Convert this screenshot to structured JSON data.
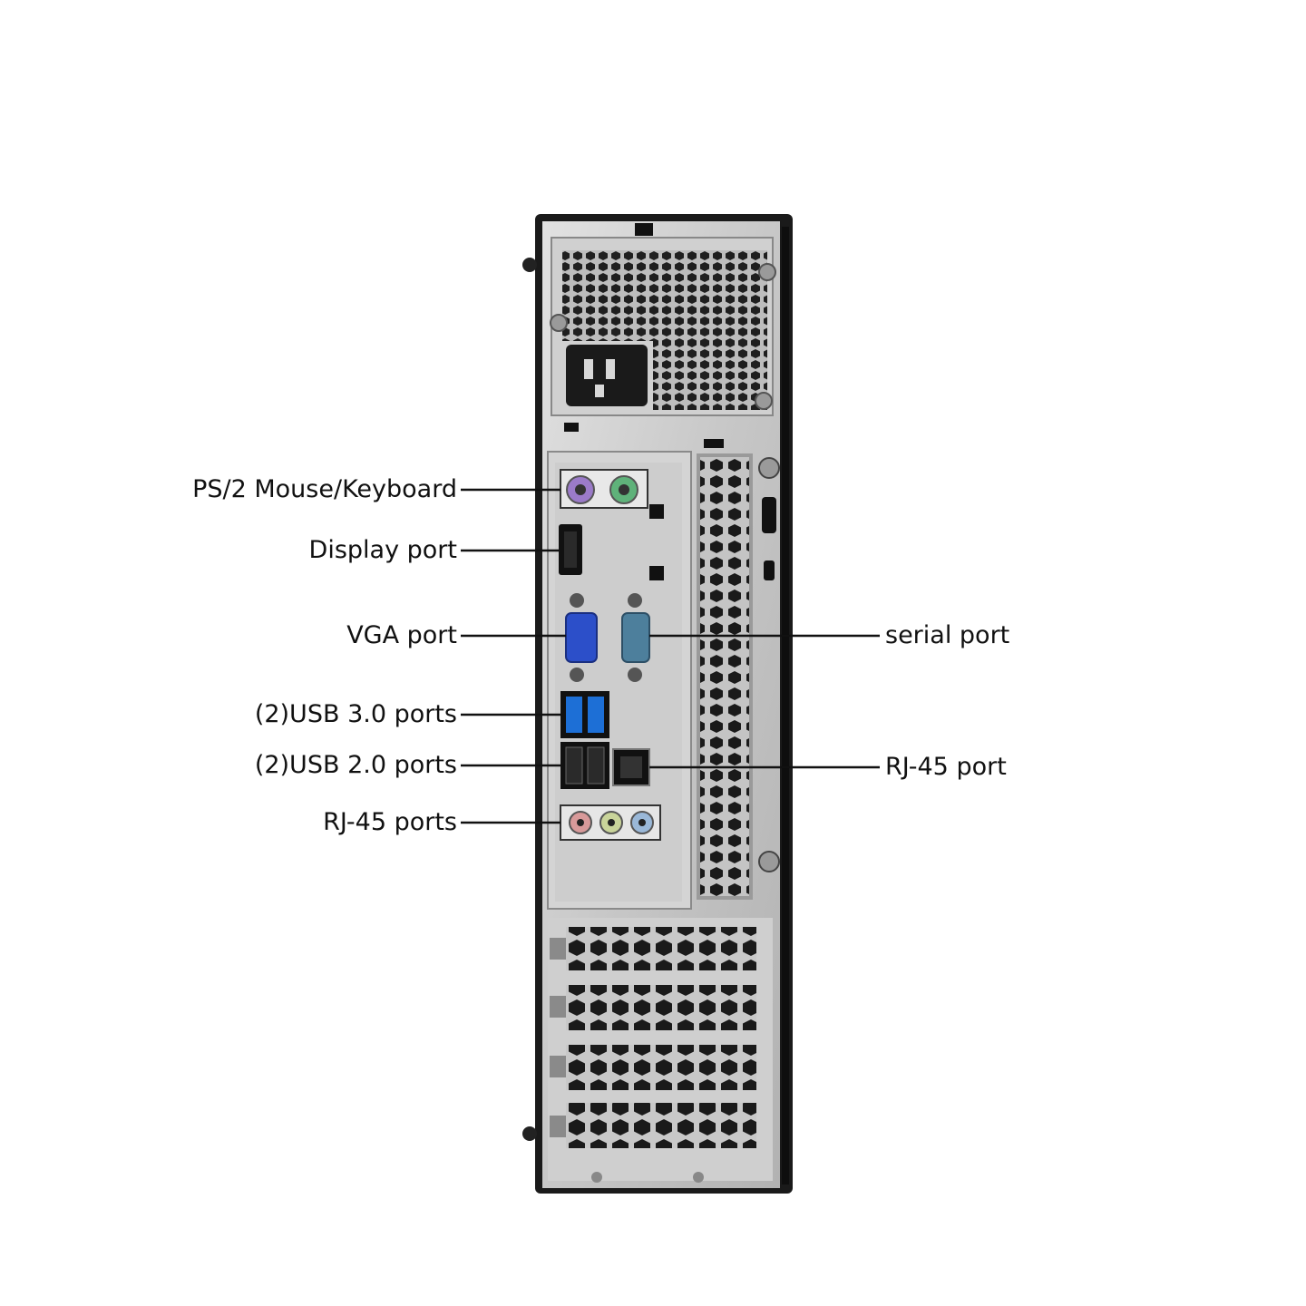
{
  "image": {
    "description_free": true
  },
  "labels": {
    "ps2": "PS/2 Mouse/Keyboard",
    "display": "Display port",
    "vga": "VGA port",
    "usb3": "(2)USB 3.0 ports",
    "usb2": "(2)USB 2.0 ports",
    "audio": "RJ-45 ports",
    "serial": "serial port",
    "rj45": "RJ-45 port"
  },
  "colors": {
    "chassis": "#1a1a1a",
    "panel": "#c9c9c9",
    "io_plate": "#d6d6d6",
    "vga_blue": "#2c4fc9",
    "serial_teal": "#4d7f9c",
    "usb3_blue": "#1d6fd6",
    "ps2_purple": "#9b7bc9",
    "ps2_green": "#5fb27a",
    "audio_pink": "#d89a9a",
    "audio_lime": "#c9d49a",
    "audio_blue": "#9ab8d8",
    "leader": "#111111"
  }
}
